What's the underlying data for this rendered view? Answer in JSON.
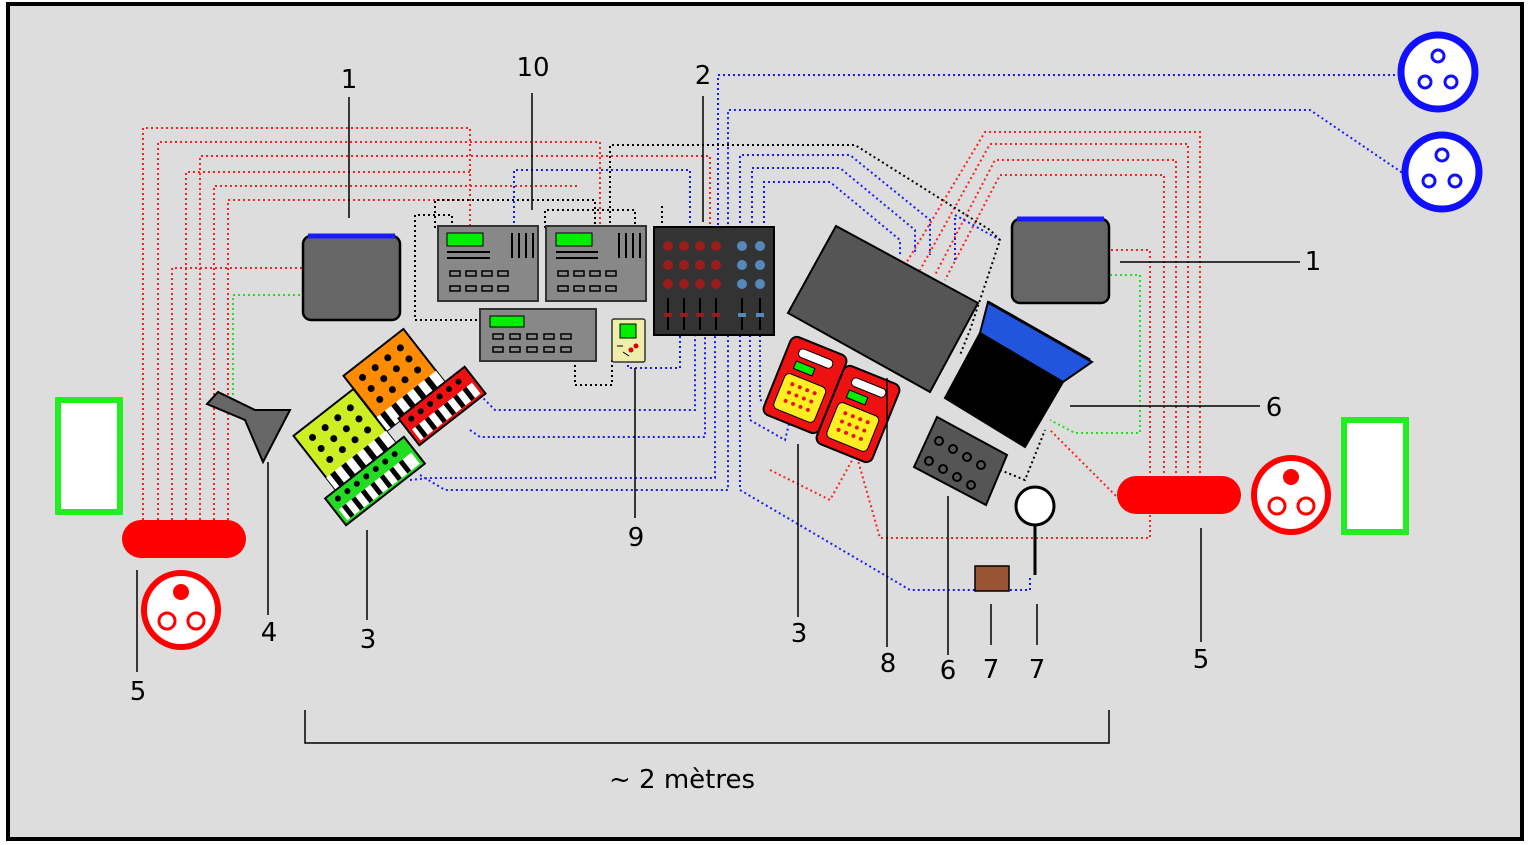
{
  "labels": {
    "synth_a": "1",
    "synth_b": "1",
    "sampler_group": "10",
    "mixer": "2",
    "pads_left": "3",
    "pads_right": "3",
    "pedal": "4",
    "di_left": "5",
    "di_right": "5",
    "laptop": "6",
    "controller": "6",
    "small_box": "7",
    "mic": "7",
    "screen": "8",
    "gameboy": "9"
  },
  "scale_label": "~ 2 mètres",
  "colors": {
    "audio": "#ff2020",
    "midi": "#1a1aff",
    "data": "#000000",
    "power": "#22dd22",
    "background": "#dddddd",
    "device_gray": "#666666",
    "display_green": "#00ee00"
  }
}
